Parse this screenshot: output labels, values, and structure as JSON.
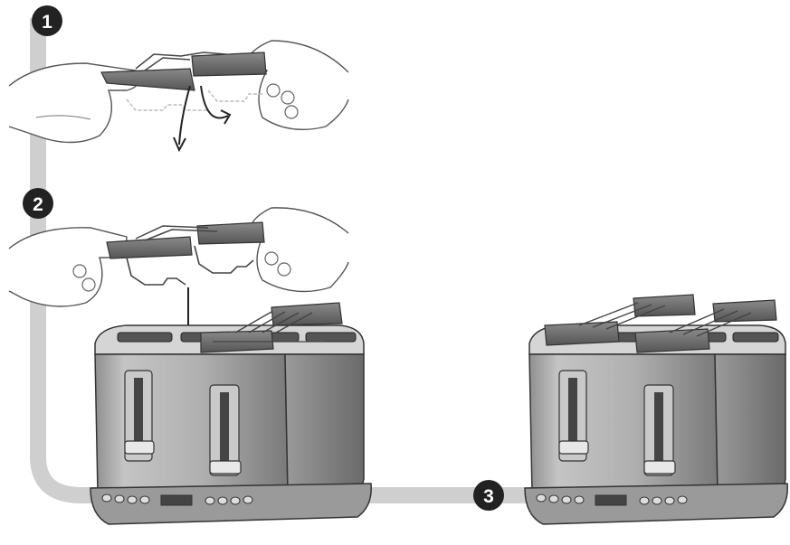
{
  "steps": [
    {
      "number": "1"
    },
    {
      "number": "2"
    },
    {
      "number": "3"
    }
  ],
  "icons": {
    "hand": "hand-icon",
    "rack": "warming-rack-icon",
    "toaster": "toaster-icon",
    "arrow": "arrow-down-icon",
    "connector": "flow-connector-icon"
  },
  "colors": {
    "connector": "#cfcfcf",
    "badge": "#222222",
    "outline": "#333333",
    "toaster_body": "#a9a9a9",
    "rack_handle": "#6e6e6e"
  }
}
